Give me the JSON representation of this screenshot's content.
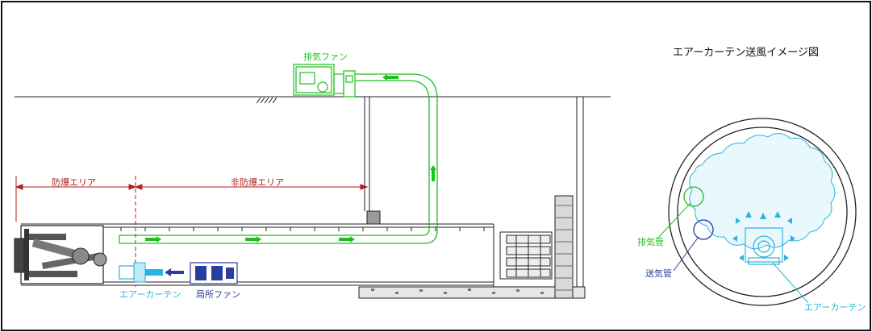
{
  "title": "エアーカーテン送風イメージ図",
  "labels": {
    "exhaust_fan": "排気ファン",
    "explosion_proof_area": "防爆エリア",
    "non_explosion_proof_area": "非防爆エリア",
    "air_curtain_left": "エアーカーテン",
    "local_fan": "局所ファン",
    "exhaust_pipe": "排気管",
    "supply_pipe": "送気管",
    "air_curtain_right": "エアーカーテン"
  },
  "colors": {
    "exhaust": "#1fbf1f",
    "area_dimension": "#b41e1e",
    "air_curtain": "#28b4dc",
    "supply": "#2a3c9c",
    "structure": "#222222",
    "soil": "#777777"
  }
}
